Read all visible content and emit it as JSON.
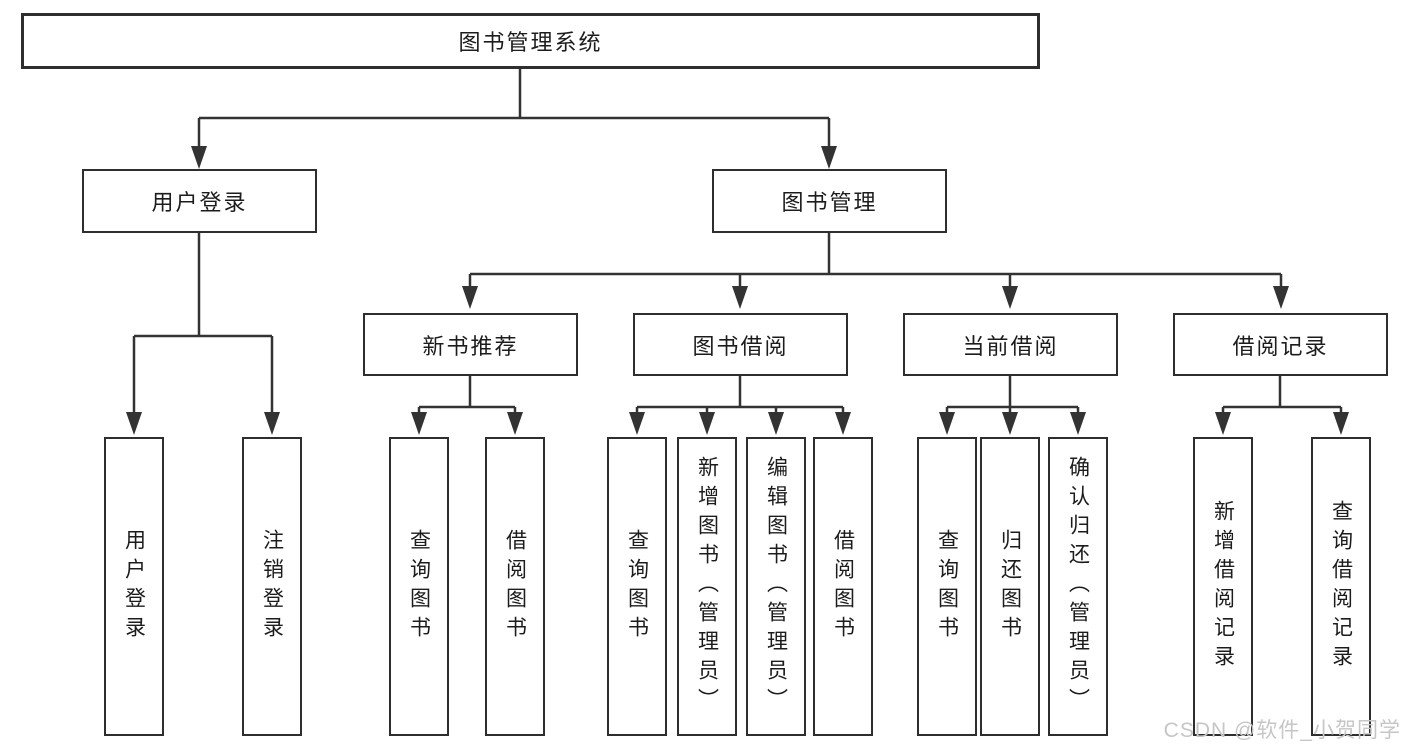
{
  "diagram_title": "图书管理系统",
  "nodes": {
    "root": "图书管理系统",
    "level2": [
      "用户登录",
      "图书管理"
    ],
    "level3": [
      "新书推荐",
      "图书借阅",
      "当前借阅",
      "借阅记录"
    ],
    "leaves": [
      "用户登录",
      "注销登录",
      "查询图书",
      "借阅图书",
      "查询图书",
      "新增图书（管理员）",
      "编辑图书（管理员）",
      "借阅图书",
      "查询图书",
      "归还图书",
      "确认归还（管理员）",
      "新增借阅记录",
      "查询借阅记录"
    ]
  },
  "watermark": "CSDN @软件_小贺同学",
  "colors": {
    "line": "#333333",
    "border": "#2e2e2e",
    "text": "#1c1c1c",
    "watermark": "#c6c6c6",
    "background": "#ffffff"
  }
}
